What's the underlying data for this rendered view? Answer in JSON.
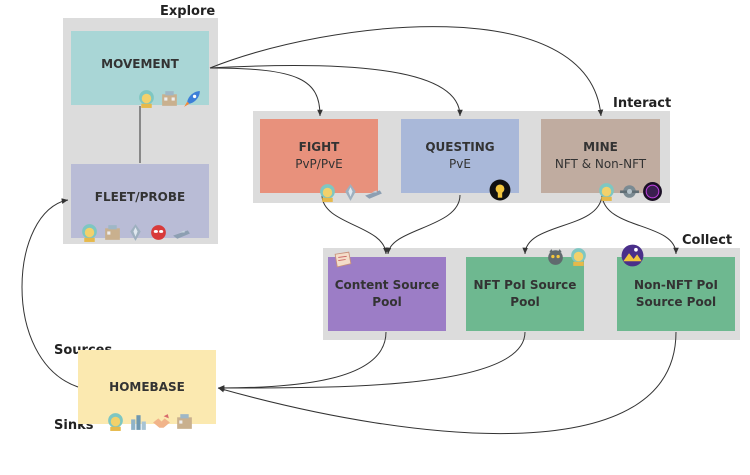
{
  "groups": {
    "explore": "Explore",
    "interact": "Interact",
    "collect": "Collect",
    "sources": "Sources",
    "sinks": "Sinks"
  },
  "nodes": {
    "movement": {
      "title": "MOVEMENT"
    },
    "fleet": {
      "title": "FLEET/PROBE"
    },
    "fight": {
      "title": "FIGHT",
      "subtitle": "PvP/PvE"
    },
    "questing": {
      "title": "QUESTING",
      "subtitle": "PvE"
    },
    "mine": {
      "title": "MINE",
      "subtitle": "NFT & Non-NFT"
    },
    "content_pool": {
      "title": "Content Source",
      "title2": "Pool"
    },
    "nft_pool": {
      "title": "NFT PoI Source",
      "title2": "Pool"
    },
    "nonnft_pool": {
      "title": "Non-NFT PoI",
      "title2": "Source Pool"
    },
    "homebase": {
      "title": "HOMEBASE"
    }
  },
  "colors": {
    "group_bg": "#dcdcdc",
    "movement": "#a9d6d6",
    "fleet": "#b9bcd6",
    "fight": "#e8917c",
    "questing": "#a9b8d9",
    "mine": "#c0aca0",
    "content_pool": "#9c7dc6",
    "nft_pool": "#6eb890",
    "nonnft_pool": "#6eb890",
    "homebase": "#fbe9b0",
    "arrow": "#333333"
  }
}
